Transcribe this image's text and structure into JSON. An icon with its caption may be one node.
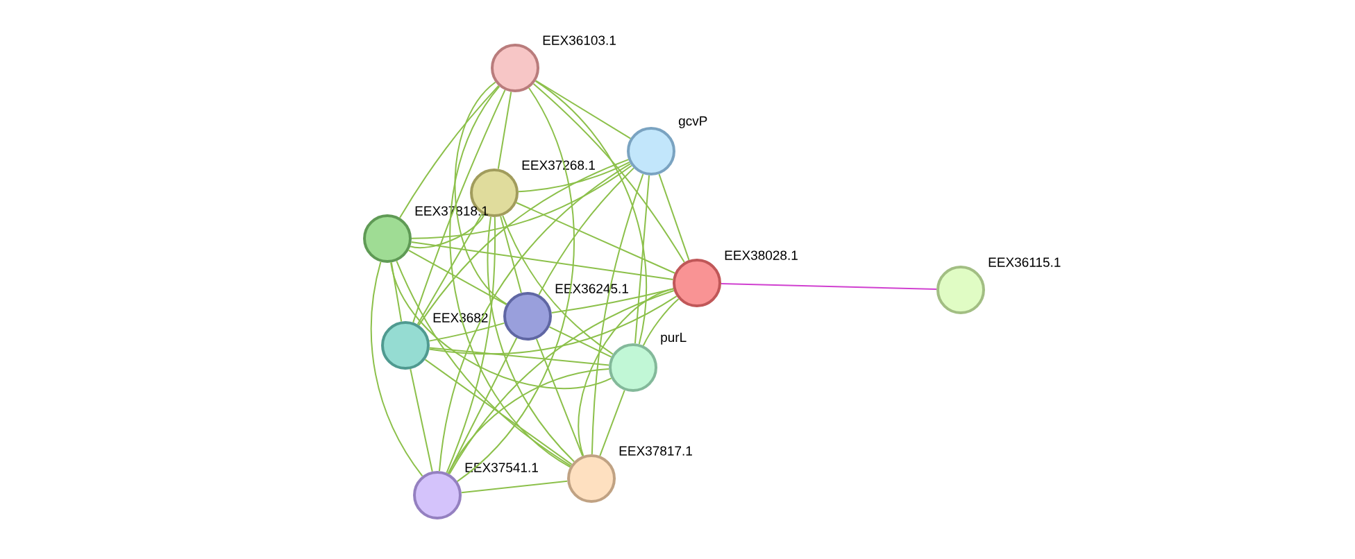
{
  "diagram": {
    "nodes": [
      {
        "text": [
          "EEX36103.1"
        ]
      },
      {
        "text": [
          "gcvP"
        ]
      },
      {
        "text": [
          "EEX37268.1"
        ]
      },
      {
        "text": [
          "EEX37818.1"
        ]
      },
      {
        "text": [
          "EEX38028.1"
        ]
      },
      {
        "text": [
          "EEX36115.1"
        ]
      },
      {
        "text": [
          "EEX36245.1"
        ]
      },
      {
        "text": [
          "EEX3682"
        ]
      },
      {
        "text": [
          "purL"
        ]
      },
      {
        "text": [
          "EEX37541.1"
        ]
      },
      {
        "text": [
          "EEX37817.1"
        ]
      }
    ],
    "edges": [
      {
        "from": 0,
        "to": 1,
        "arrow": "none"
      },
      {
        "from": 0,
        "to": 2,
        "arrow": "none"
      },
      {
        "from": 0,
        "to": 3,
        "arrow": "none"
      },
      {
        "from": 0,
        "to": 4,
        "arrow": "none"
      },
      {
        "from": 0,
        "to": 6,
        "arrow": "none"
      },
      {
        "from": 0,
        "to": 7,
        "arrow": "none"
      },
      {
        "from": 0,
        "to": 8,
        "arrow": "none"
      },
      {
        "from": 0,
        "to": 9,
        "arrow": "none"
      },
      {
        "from": 0,
        "to": 10,
        "arrow": "none"
      },
      {
        "from": 1,
        "to": 2,
        "arrow": "none"
      },
      {
        "from": 1,
        "to": 3,
        "arrow": "none"
      },
      {
        "from": 1,
        "to": 4,
        "arrow": "none"
      },
      {
        "from": 1,
        "to": 6,
        "arrow": "none"
      },
      {
        "from": 1,
        "to": 7,
        "arrow": "none"
      },
      {
        "from": 1,
        "to": 8,
        "arrow": "none"
      },
      {
        "from": 1,
        "to": 9,
        "arrow": "none"
      },
      {
        "from": 1,
        "to": 10,
        "arrow": "none"
      },
      {
        "from": 2,
        "to": 3,
        "arrow": "none"
      },
      {
        "from": 2,
        "to": 4,
        "arrow": "none"
      },
      {
        "from": 2,
        "to": 6,
        "arrow": "none"
      },
      {
        "from": 2,
        "to": 7,
        "arrow": "none"
      },
      {
        "from": 2,
        "to": 8,
        "arrow": "none"
      },
      {
        "from": 2,
        "to": 9,
        "arrow": "none"
      },
      {
        "from": 2,
        "to": 10,
        "arrow": "none"
      },
      {
        "from": 3,
        "to": 4,
        "arrow": "none"
      },
      {
        "from": 3,
        "to": 6,
        "arrow": "none"
      },
      {
        "from": 3,
        "to": 7,
        "arrow": "none"
      },
      {
        "from": 3,
        "to": 8,
        "arrow": "none"
      },
      {
        "from": 3,
        "to": 9,
        "arrow": "none"
      },
      {
        "from": 3,
        "to": 10,
        "arrow": "none"
      },
      {
        "from": 4,
        "to": 5,
        "arrow": "none",
        "color": "#d040d0"
      },
      {
        "from": 4,
        "to": 6,
        "arrow": "none"
      },
      {
        "from": 4,
        "to": 7,
        "arrow": "none"
      },
      {
        "from": 4,
        "to": 8,
        "arrow": "none"
      },
      {
        "from": 4,
        "to": 9,
        "arrow": "none"
      },
      {
        "from": 4,
        "to": 10,
        "arrow": "none"
      },
      {
        "from": 6,
        "to": 7,
        "arrow": "none"
      },
      {
        "from": 6,
        "to": 8,
        "arrow": "none"
      },
      {
        "from": 6,
        "to": 9,
        "arrow": "none"
      },
      {
        "from": 6,
        "to": 10,
        "arrow": "none"
      },
      {
        "from": 7,
        "to": 8,
        "arrow": "none"
      },
      {
        "from": 7,
        "to": 9,
        "arrow": "none"
      },
      {
        "from": 7,
        "to": 10,
        "arrow": "none"
      },
      {
        "from": 8,
        "to": 9,
        "arrow": "none"
      },
      {
        "from": 8,
        "to": 10,
        "arrow": "none"
      },
      {
        "from": 9,
        "to": 10,
        "arrow": "none"
      }
    ]
  }
}
